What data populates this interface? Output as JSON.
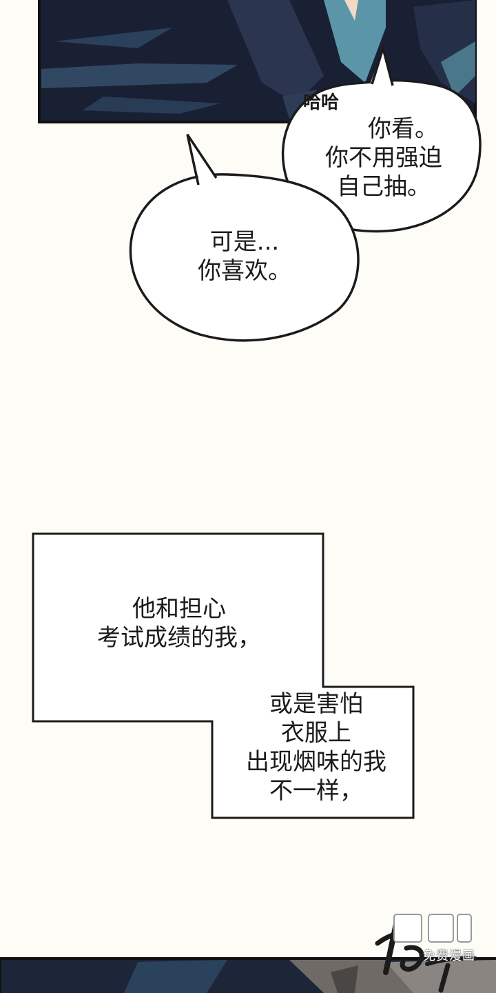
{
  "bubbles": {
    "top_right": {
      "sfx": "哈哈",
      "lines": [
        "你看。",
        "你不用强迫",
        "自己抽。"
      ]
    },
    "left": {
      "lines": [
        "可是...",
        "你喜欢。"
      ]
    }
  },
  "narration": {
    "box_one": {
      "lines": [
        "他和担心",
        "考试成绩的我，"
      ]
    },
    "box_two": {
      "lines": [
        "或是害怕",
        "衣服上",
        "出现烟味的我",
        "不一样，"
      ]
    }
  },
  "watermark": {
    "text": "免费漫画"
  },
  "colors": {
    "panel_dark": "#1a2033",
    "panel_teal": "#5a96a8",
    "paper": "#fdfcf7",
    "ink": "#1b1b1b"
  }
}
